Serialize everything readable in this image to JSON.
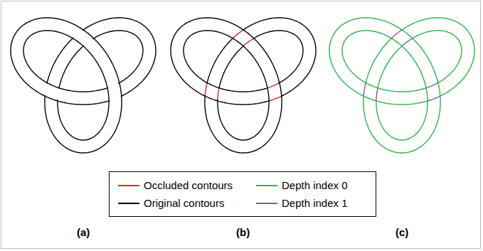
{
  "diagram": {
    "labels": [
      "(a)",
      "(b)",
      "(c)"
    ],
    "legend": [
      {
        "text": "Occluded contours"
      },
      {
        "text": "Original contours"
      },
      {
        "text": "Depth index 0"
      },
      {
        "text": "Depth index 1"
      }
    ]
  }
}
